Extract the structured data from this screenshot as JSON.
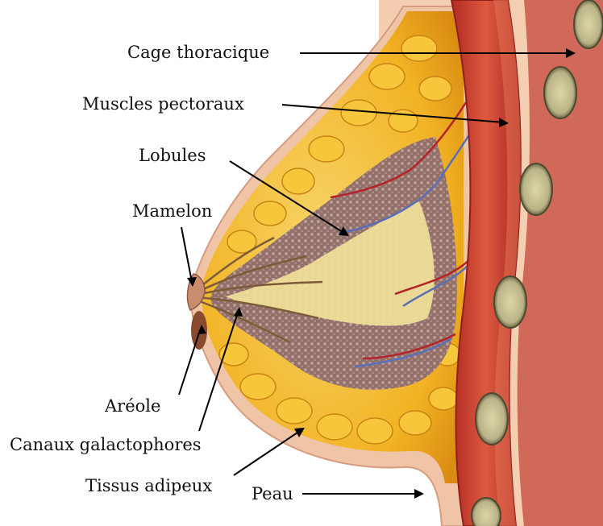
{
  "labels": {
    "ribcage": "Cage thoracique",
    "pectoral": "Muscles pectoraux",
    "lobules": "Lobules",
    "nipple": "Mamelon",
    "areola": "Aréole",
    "ducts": "Canaux galactophores",
    "fat": "Tissus adipeux",
    "skin": "Peau"
  },
  "colors": {
    "skin": "#f5cdb0",
    "fat": "#f3b62a",
    "muscle": "#c83a2b",
    "gland": "#9a7a78",
    "bone": "#c9c39a",
    "vein": "#5a6fb8",
    "artery": "#b4232a"
  }
}
